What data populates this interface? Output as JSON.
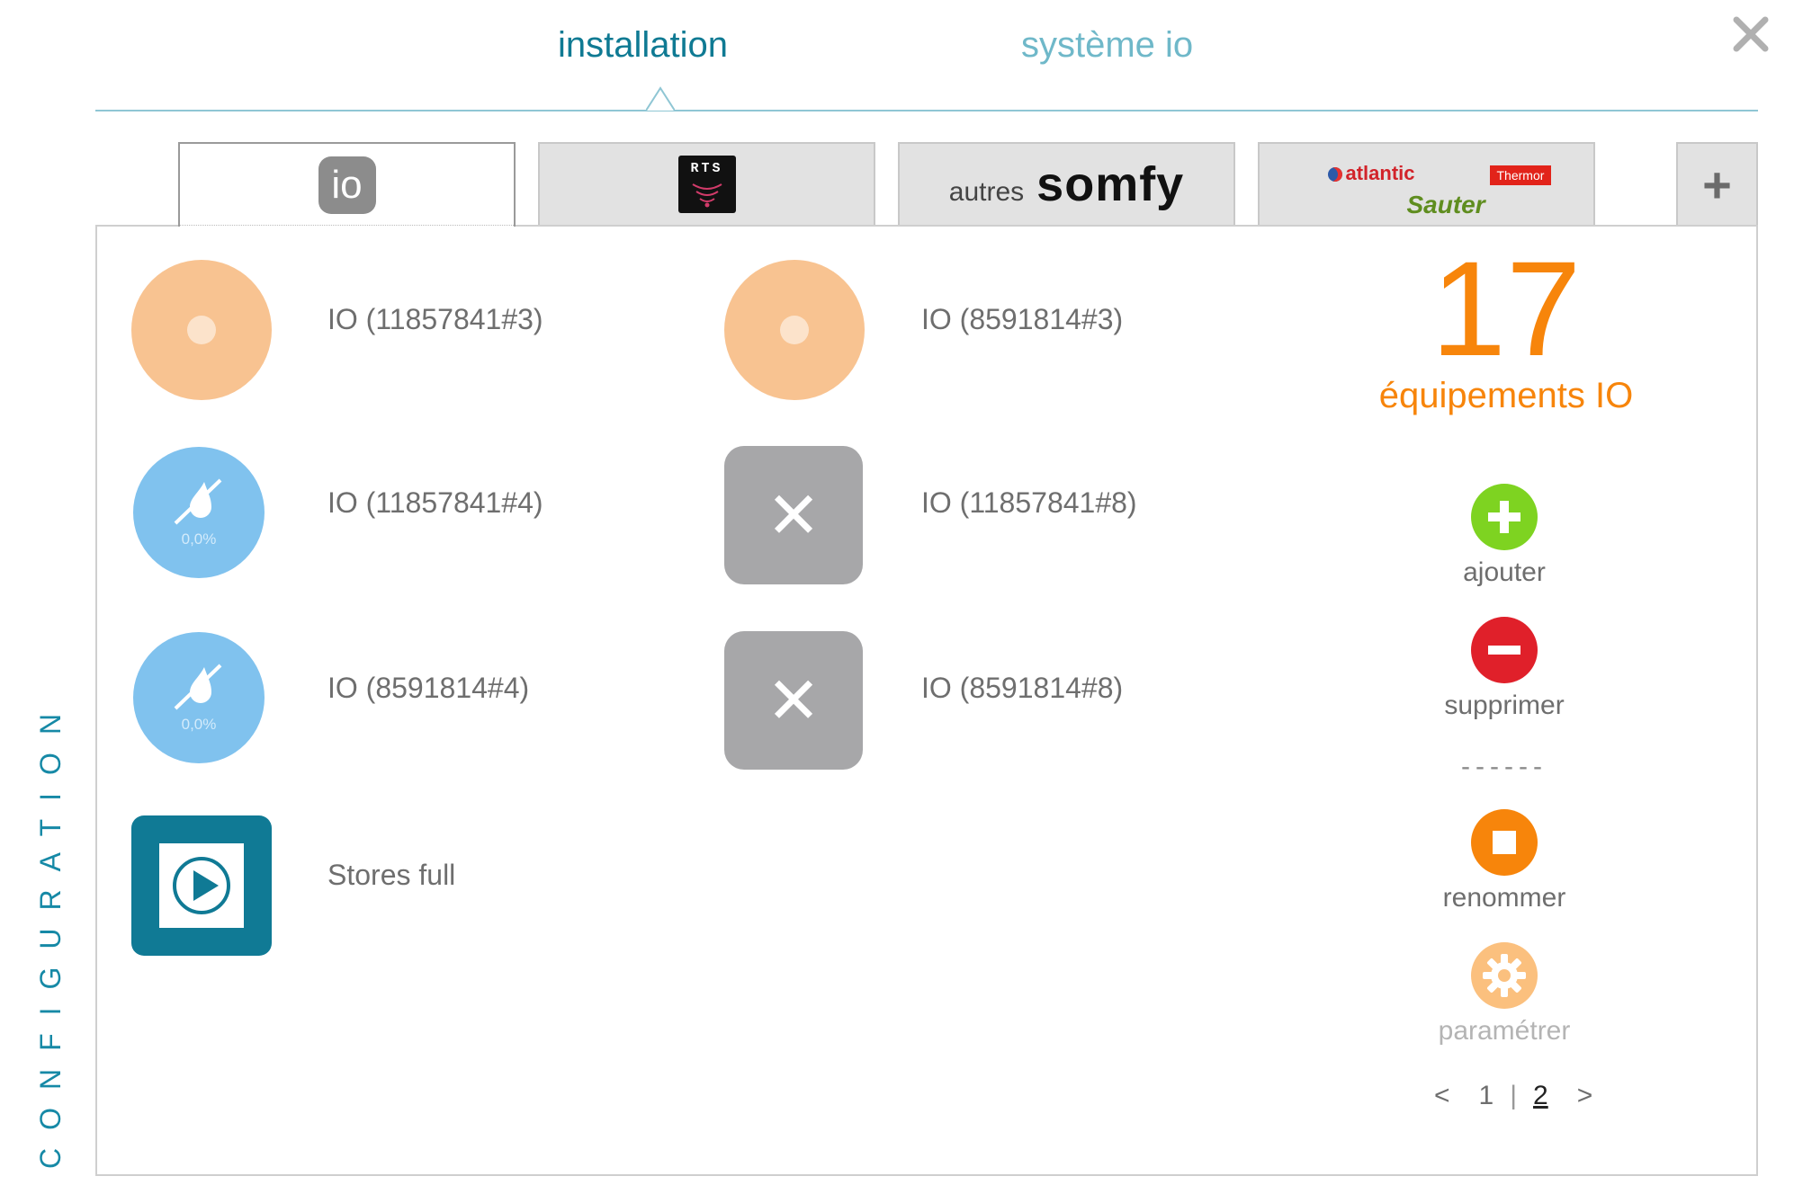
{
  "header": {
    "tabs": [
      {
        "label": "installation",
        "active": true
      },
      {
        "label": "système io",
        "active": false
      }
    ]
  },
  "side_label": "CONFIGURATION",
  "brand_tabs": {
    "io": "io",
    "rts": "RTS",
    "somfy_prefix": "autres",
    "somfy": "somfy",
    "atlantic": "atlantic",
    "thermor": "Thermor",
    "sauter": "Sauter",
    "add": "+"
  },
  "devices": [
    {
      "label": "IO (11857841#3)",
      "icon": "light-icon"
    },
    {
      "label": "IO (8591814#3)",
      "icon": "light-icon"
    },
    {
      "label": "IO (11857841#4)",
      "icon": "heating-icon",
      "value": "0,0%"
    },
    {
      "label": "IO (11857841#8)",
      "icon": "unknown-device-icon",
      "glyph": "✕"
    },
    {
      "label": "IO (8591814#4)",
      "icon": "heating-icon",
      "value": "0,0%"
    },
    {
      "label": "IO (8591814#8)",
      "icon": "unknown-device-icon",
      "glyph": "✕"
    },
    {
      "label": "Stores full",
      "icon": "scenario-play-icon"
    }
  ],
  "summary": {
    "count": "17",
    "count_label": "équipements IO"
  },
  "actions": {
    "add": "ajouter",
    "delete": "supprimer",
    "separator": "------",
    "rename": "renommer",
    "settings": "paramétrer"
  },
  "pagination": {
    "prev": "<",
    "page1": "1",
    "sep": "|",
    "page2": "2",
    "next": ">",
    "current": 2
  },
  "colors": {
    "accent": "#0f7a93",
    "orange": "#f7850b",
    "light_orange": "#f8c391",
    "blue": "#80c2ee",
    "gray": "#a7a7a9",
    "teal": "#107a95",
    "green": "#7ed321",
    "red": "#e0202a"
  }
}
